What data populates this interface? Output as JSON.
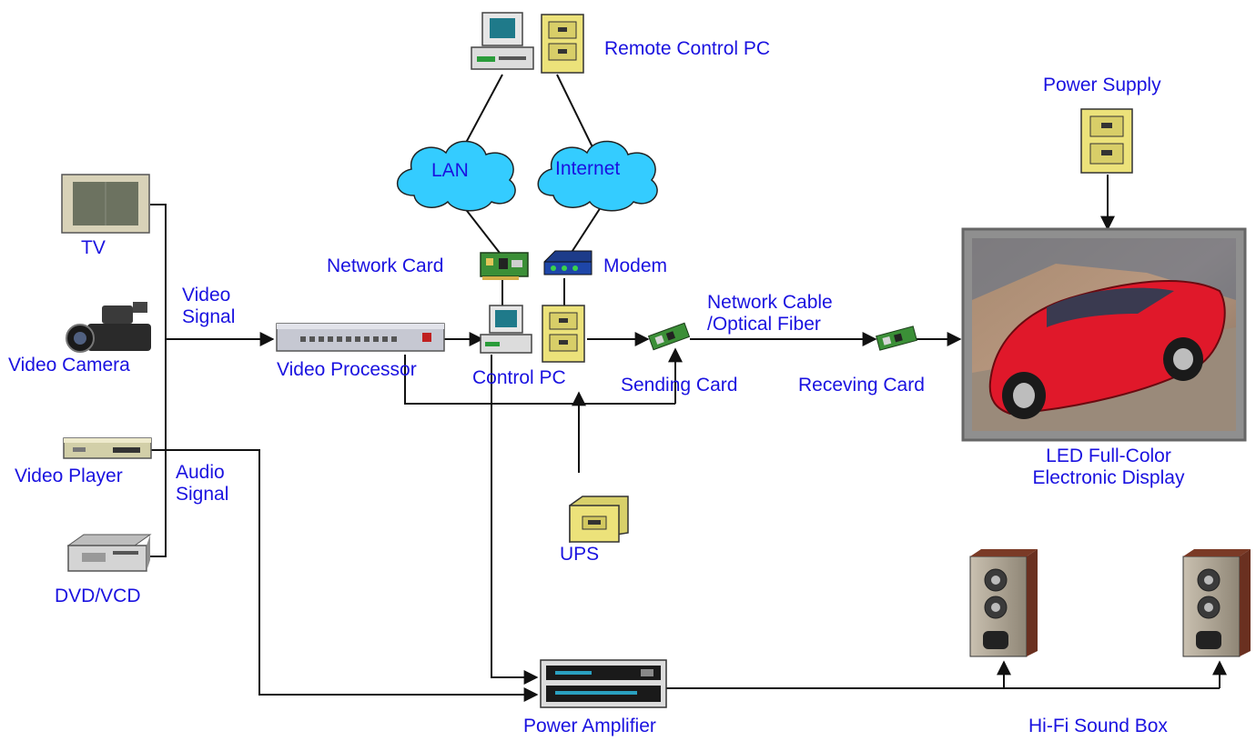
{
  "diagram": {
    "labels": {
      "remote_control_pc": "Remote Control PC",
      "power_supply": "Power Supply",
      "lan": "LAN",
      "internet": "Internet",
      "network_card": "Network Card",
      "modem": "Modem",
      "tv": "TV",
      "video_signal_1": "Video",
      "video_signal_2": "Signal",
      "network_cable_1": "Network Cable",
      "network_cable_2": "/Optical Fiber",
      "video_camera": "Video Camera",
      "video_processor": "Video Processor",
      "control_pc": "Control PC",
      "sending_card": "Sending Card",
      "receiving_card": "Receving Card",
      "video_player": "Video Player",
      "audio_signal_1": "Audio",
      "audio_signal_2": "Signal",
      "led_display_1": "LED Full-Color",
      "led_display_2": "Electronic Display",
      "ups": "UPS",
      "dvd_vcd": "DVD/VCD",
      "power_amplifier": "Power Amplifier",
      "hifi_sound_box": "Hi-Fi Sound Box"
    },
    "colors": {
      "label": "#1a12e0",
      "line": "#111111",
      "cloud": "#33ccff",
      "cabinet": "#e9e08a",
      "card": "#4a9a3a"
    }
  }
}
